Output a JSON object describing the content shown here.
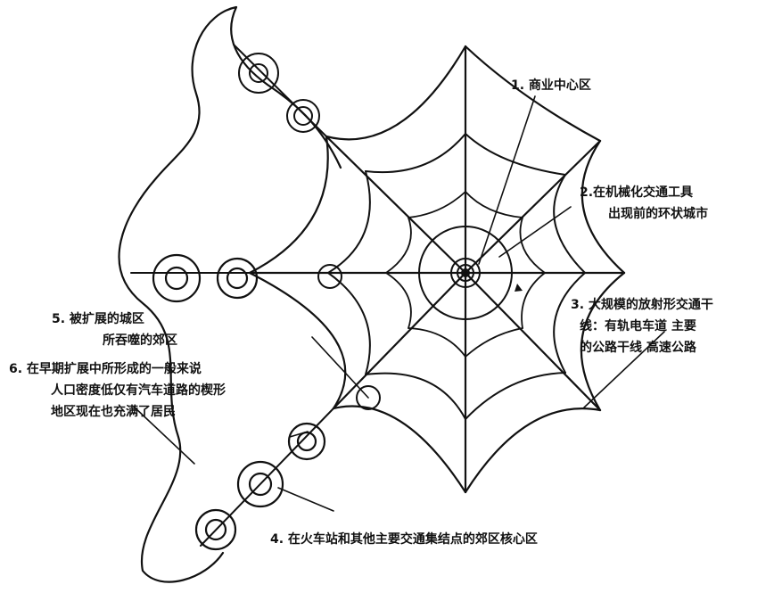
{
  "labels": {
    "l1": "1. 商业中心区",
    "l2a": "2.在机械化交通工具",
    "l2b": "出现前的环状城市",
    "l3a": "3. 大规模的放射形交通干",
    "l3b": "线：有轨电车道 主要",
    "l3c": "的公路干线 高速公路",
    "l4": "4. 在火车站和其他主要交通集结点的郊区核心区",
    "l5a": "5. 被扩展的城区",
    "l5b": "所吞噬的郊区",
    "l6a": "6. 在早期扩展中所形成的一般来说",
    "l6b": "人口密度低仅有汽车道路的楔形",
    "l6c": "地区现在也充满了居民"
  },
  "colors": {
    "ink": "#111111",
    "background": "#ffffff"
  }
}
